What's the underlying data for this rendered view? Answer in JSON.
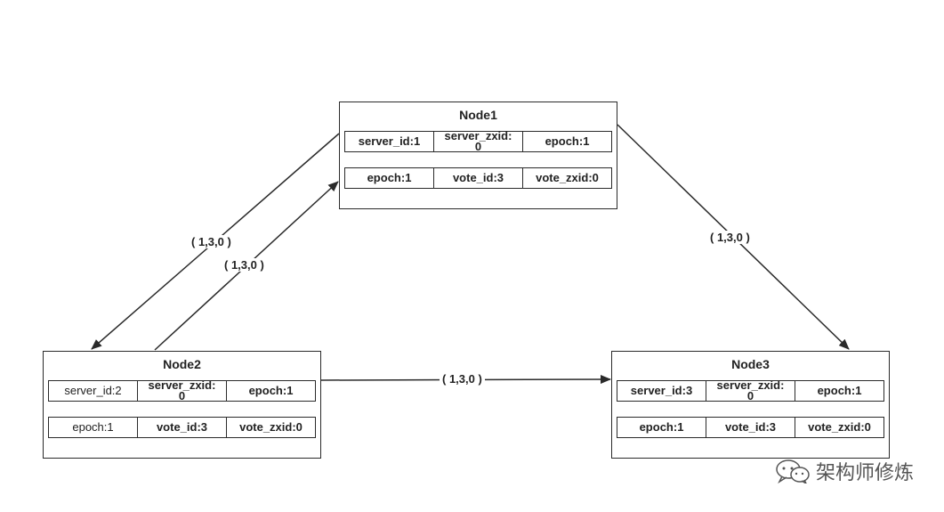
{
  "nodes": {
    "node1": {
      "title": "Node1",
      "row1": [
        "server_id:1",
        "server_zxid:\n0",
        "epoch:1"
      ],
      "row2": [
        "epoch:1",
        "vote_id:3",
        "vote_zxid:0"
      ]
    },
    "node2": {
      "title": "Node2",
      "row1": [
        "server_id:2",
        "server_zxid:\n0",
        "epoch:1"
      ],
      "row2": [
        "epoch:1",
        "vote_id:3",
        "vote_zxid:0"
      ]
    },
    "node3": {
      "title": "Node3",
      "row1": [
        "server_id:3",
        "server_zxid:\n0",
        "epoch:1"
      ],
      "row2": [
        "epoch:1",
        "vote_id:3",
        "vote_zxid:0"
      ]
    }
  },
  "edges": {
    "n1_to_n2": "( 1,3,0 )",
    "n2_to_n1": "( 1,3,0 )",
    "n1_to_n3": "( 1,3,0 )",
    "n2_to_n3": "( 1,3,0 )"
  },
  "watermark": {
    "text": "架构师修炼",
    "icon": "wechat-icon"
  }
}
